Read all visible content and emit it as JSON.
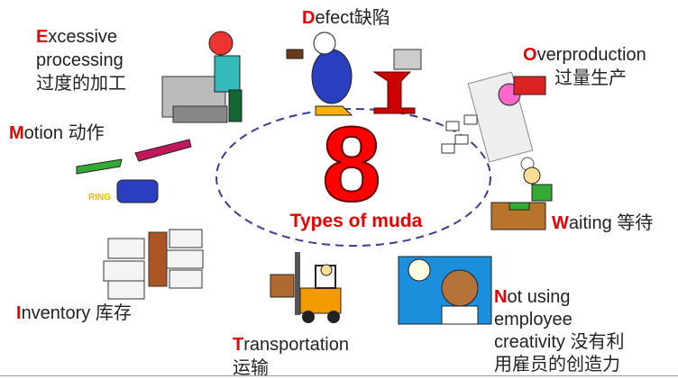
{
  "center": {
    "number": "8",
    "subtitle": "Types of muda"
  },
  "wastes": [
    {
      "first": "E",
      "rest_lines": [
        "xcessive",
        "processing",
        "过度的加工"
      ]
    },
    {
      "first": "D",
      "rest_lines": [
        "efect缺陷"
      ]
    },
    {
      "first": "O",
      "rest_lines": [
        "verproduction",
        "过量生产"
      ]
    },
    {
      "first": "M",
      "rest_lines": [
        "otion 动作"
      ]
    },
    {
      "first": "W",
      "rest_lines": [
        "aiting 等待"
      ]
    },
    {
      "first": "I",
      "rest_lines": [
        "nventory 库存"
      ]
    },
    {
      "first": "T",
      "rest_lines": [
        "ransportation",
        "运输"
      ]
    },
    {
      "first": "N",
      "rest_lines": [
        "ot using",
        "employee",
        "creativity 没有利",
        "用雇员的创造力"
      ]
    }
  ],
  "phone_sound": "RING",
  "colors": {
    "accent": "#e60000",
    "ellipse": "#3a3f8f"
  }
}
